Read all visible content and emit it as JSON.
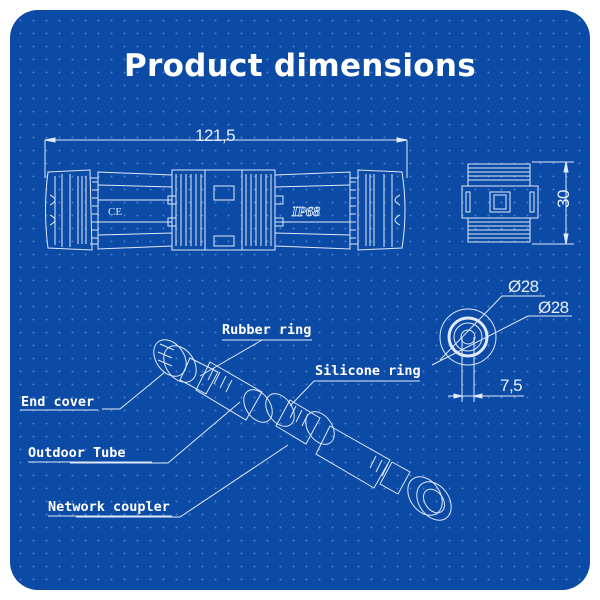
{
  "title": "Product dimensions",
  "colors": {
    "background": "#0b4aa5",
    "line": "#dfe9fb",
    "text": "#ffffff"
  },
  "dimensions": {
    "length": "121,5",
    "height": "30",
    "outer_diameter": "Ø28",
    "inner_diameter": "Ø28",
    "offset": "7,5"
  },
  "markings": {
    "ce": "CE",
    "ip_rating": "IP68"
  },
  "parts": [
    {
      "label": "Rubber ring"
    },
    {
      "label": "Silicone ring"
    },
    {
      "label": "End cover"
    },
    {
      "label": "Outdoor Tube"
    },
    {
      "label": "Network coupler"
    }
  ]
}
